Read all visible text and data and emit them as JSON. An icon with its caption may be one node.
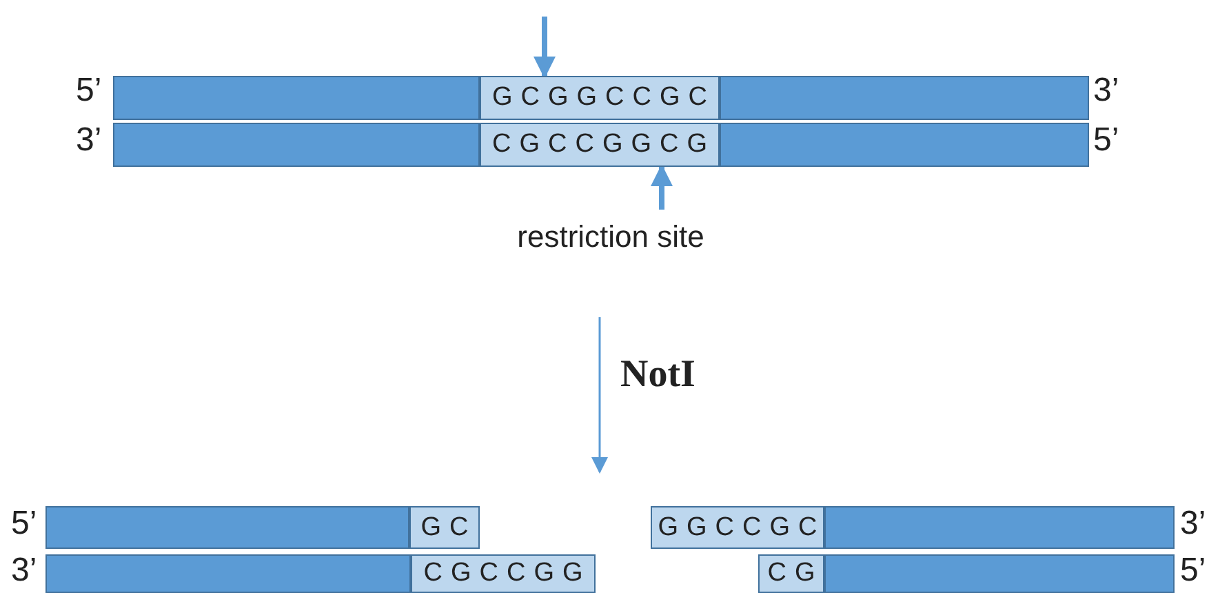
{
  "diagram": {
    "nodes": [
      {
        "text": [],
        "shape": "bar"
      },
      {
        "text": [
          "GCGGCCGC"
        ]
      },
      {
        "text": [],
        "shape": "bar"
      },
      {
        "text": [],
        "shape": "bar"
      },
      {
        "text": [
          "CGCCGGCG"
        ]
      },
      {
        "text": [],
        "shape": "bar"
      },
      {
        "text": [
          "restriction site"
        ]
      },
      {
        "text": [],
        "shape": "bar"
      },
      {
        "text": [
          "GC"
        ]
      },
      {
        "text": [
          "GGCCGC"
        ]
      },
      {
        "text": [],
        "shape": "bar"
      },
      {
        "text": [],
        "shape": "bar"
      },
      {
        "text": [
          "CGCCGG"
        ]
      },
      {
        "text": [
          "CG"
        ]
      },
      {
        "text": [],
        "shape": "bar"
      }
    ],
    "edges": [
      {
        "from": null,
        "to": 1,
        "arrow": "to"
      },
      {
        "from": 6,
        "to": 4,
        "arrow": "to"
      }
    ],
    "labels": [
      "5’",
      "3’",
      "3’",
      "5’",
      "NotI",
      "5’",
      "3’",
      "3’",
      "5’"
    ]
  }
}
